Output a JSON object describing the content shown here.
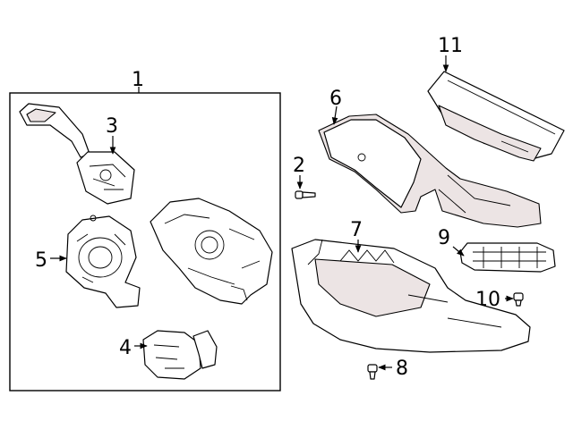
{
  "callouts": {
    "c1": "1",
    "c2": "2",
    "c3": "3",
    "c4": "4",
    "c5": "5",
    "c6": "6",
    "c7": "7",
    "c8": "8",
    "c9": "9",
    "c10": "10",
    "c11": "11"
  },
  "colors": {
    "line": "#000000",
    "background": "#ffffff",
    "part_fill": "#ece4e4"
  }
}
